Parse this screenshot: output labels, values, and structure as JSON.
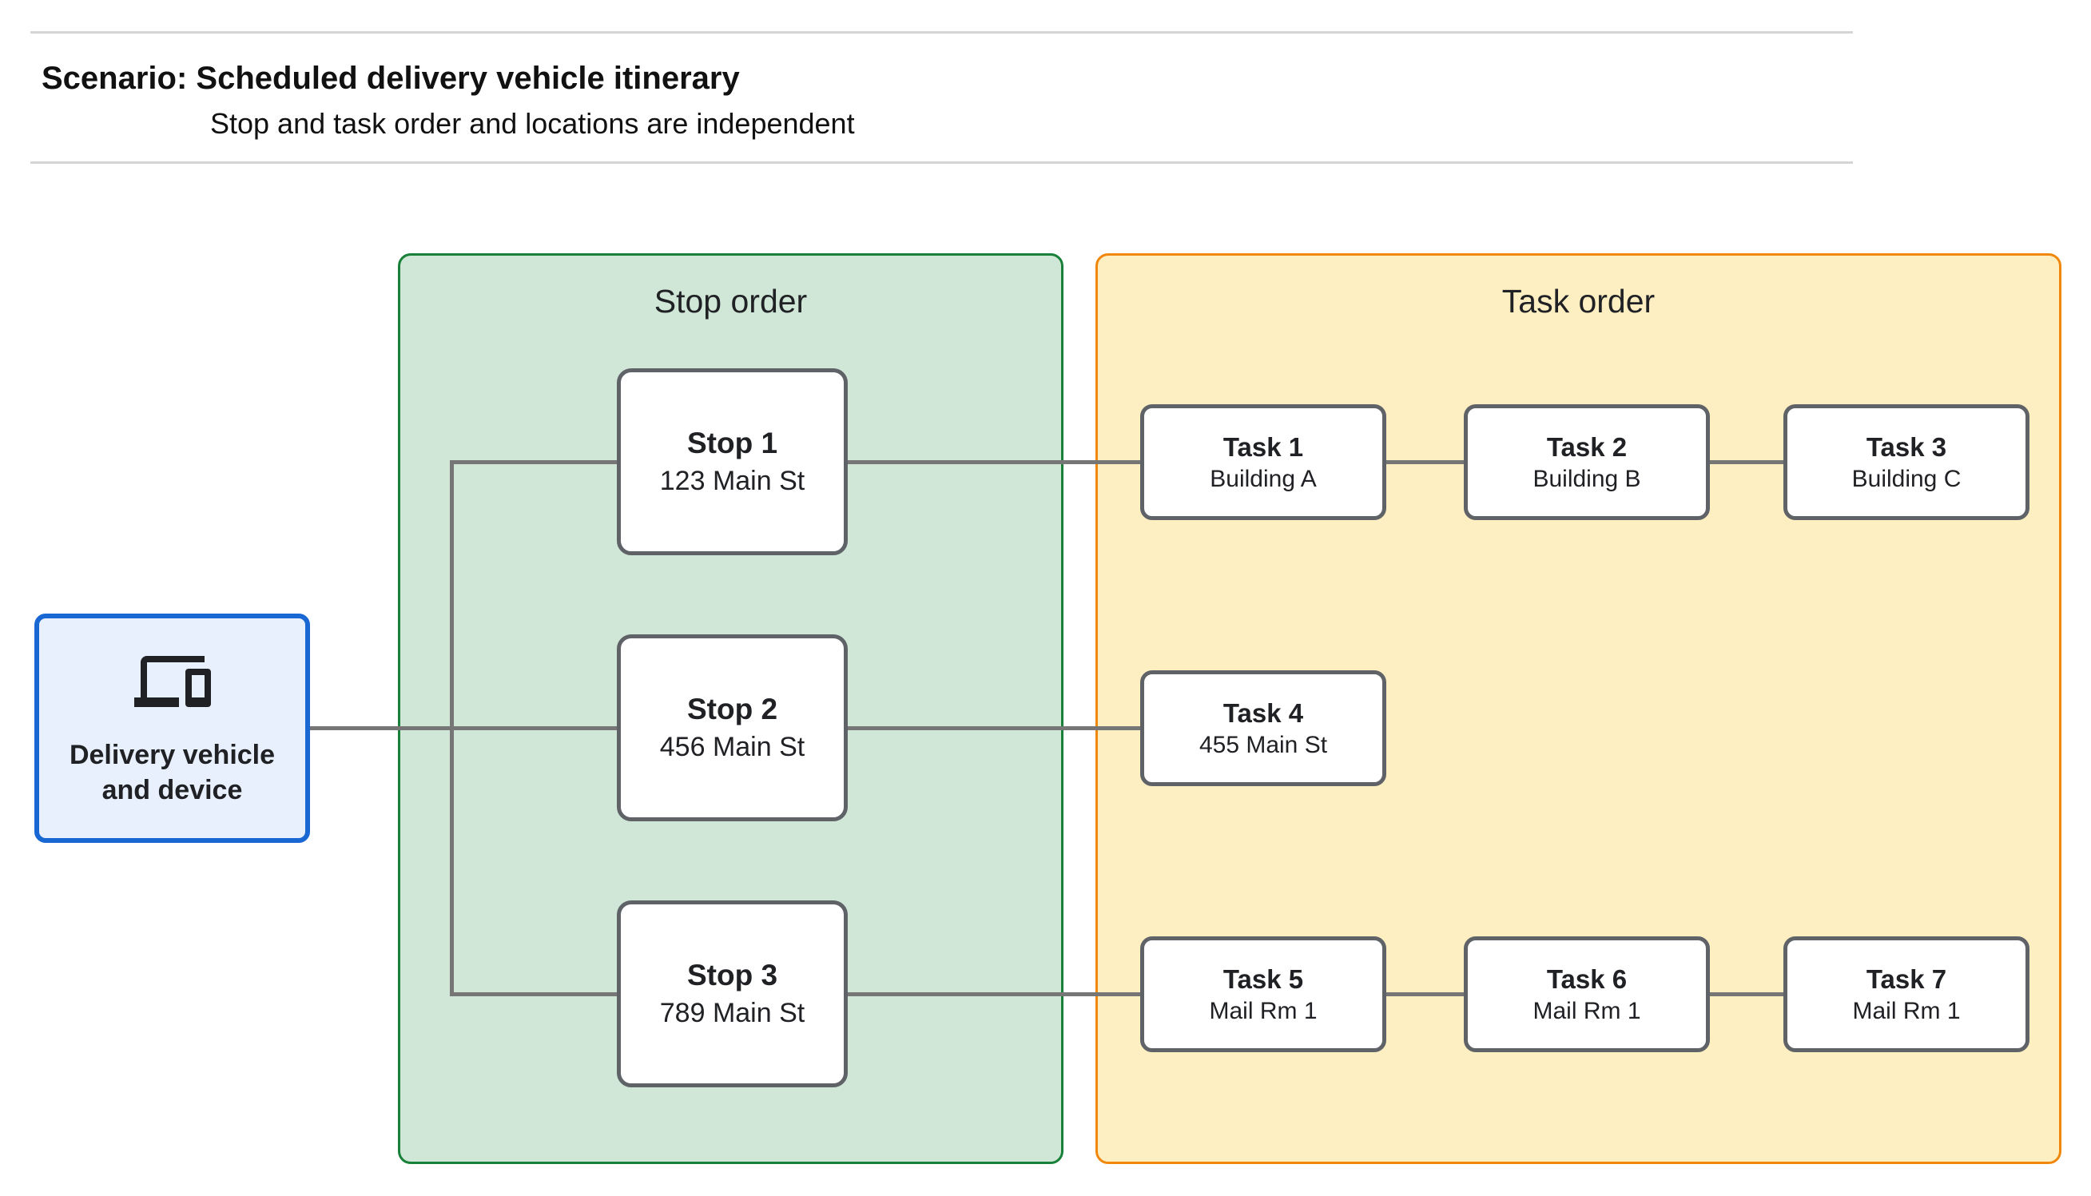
{
  "header": {
    "title": "Scenario: Scheduled delivery vehicle itinerary",
    "subtitle": "Stop and task order and locations are independent"
  },
  "panels": {
    "stop_order": {
      "label": "Stop order"
    },
    "task_order": {
      "label": "Task order"
    }
  },
  "delivery": {
    "label": "Delivery vehicle\nand device",
    "icon": "devices-icon"
  },
  "stops": [
    {
      "title": "Stop 1",
      "location": "123 Main St"
    },
    {
      "title": "Stop 2",
      "location": "456 Main St"
    },
    {
      "title": "Stop 3",
      "location": "789 Main St"
    }
  ],
  "tasks": [
    {
      "title": "Task 1",
      "location": "Building A"
    },
    {
      "title": "Task 2",
      "location": "Building B"
    },
    {
      "title": "Task 3",
      "location": "Building C"
    },
    {
      "title": "Task 4",
      "location": "455 Main St"
    },
    {
      "title": "Task 5",
      "location": "Mail Rm 1"
    },
    {
      "title": "Task 6",
      "location": "Mail Rm 1"
    },
    {
      "title": "Task 7",
      "location": "Mail Rm 1"
    }
  ],
  "colors": {
    "green_fill": "#d0e7d7",
    "green_border": "#188038",
    "yellow_fill": "#feefc3",
    "yellow_border": "#f0870a",
    "blue_fill": "#e8f0fe",
    "blue_border": "#1967d2",
    "connector": "#767676",
    "box_border": "#5f6368"
  }
}
